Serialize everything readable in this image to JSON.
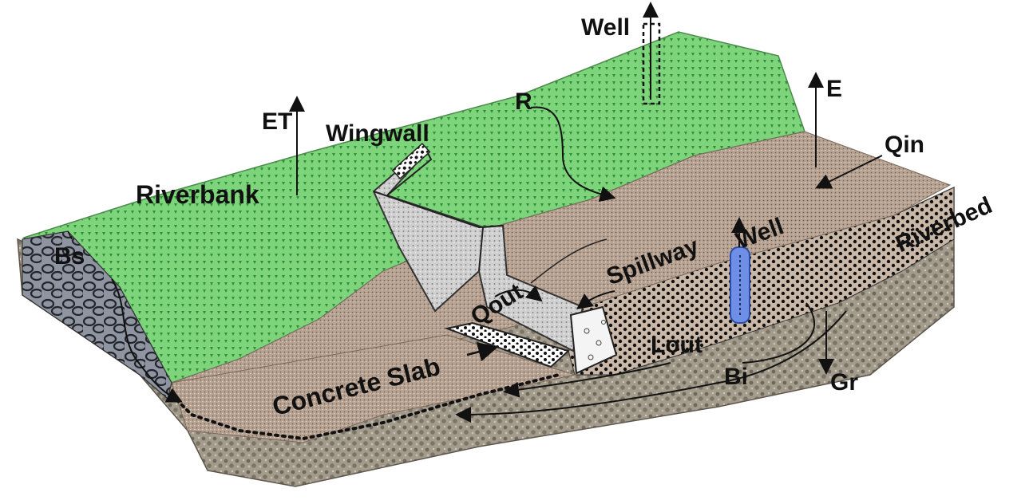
{
  "diagram": {
    "labels": {
      "well_top": "Well",
      "et": "ET",
      "r": "R",
      "wingwall": "Wingwall",
      "e": "E",
      "qin": "Qin",
      "riverbank": "Riverbank",
      "riverbed": "Riverbed",
      "bs": "Bs",
      "spillway": "Spillway",
      "well_bed": "Well",
      "qout": "Qout",
      "lout": "Lout",
      "concrete_slab": "Concrete Slab",
      "bi": "Bi",
      "gr": "Gr"
    },
    "colors": {
      "riverbank_fill": "#6fd06f",
      "riverbank_dots": "#2f8f3a",
      "riverbed_fill": "#b6a191",
      "ground_fill": "#9a9283",
      "concrete": "#cfcfcf",
      "well_water": "#6f8fe6"
    }
  }
}
